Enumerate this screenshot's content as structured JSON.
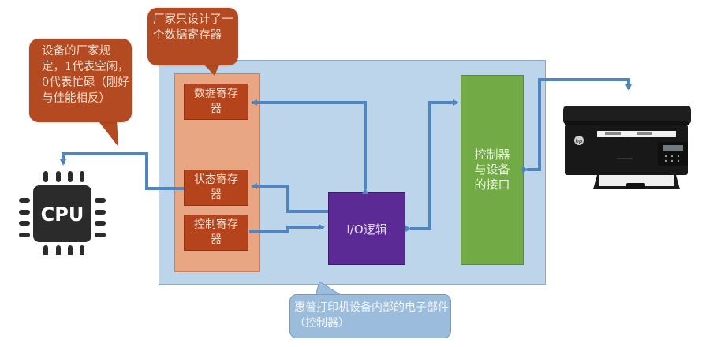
{
  "diagram": {
    "title": "I/O controller structure (HP printer example)",
    "registers": [
      {
        "id": "data",
        "label": "数据寄存器"
      },
      {
        "id": "status",
        "label": "状态寄存器"
      },
      {
        "id": "control",
        "label": "控制寄存器"
      }
    ],
    "io_logic": {
      "label": "I/O逻辑"
    },
    "device_interface": {
      "label": "控制器与设备的接口"
    },
    "cpu": {
      "label": "CPU"
    },
    "printer": {
      "brand": "hp",
      "description": "printer image"
    },
    "callouts": {
      "status_note": "设备的厂家规定，1代表空闲，0代表忙碌（刚好与佳能相反）",
      "data_note": "厂家只设计了一个数据寄存器",
      "controller_note": "惠普打印机设备内部的电子部件（控制器）"
    },
    "colors": {
      "panel": "#bdd5ea",
      "register_column": "#e8a782",
      "register": "#b5441c",
      "io_logic": "#5c2a94",
      "interface": "#72ab45",
      "wire": "#4f86c0",
      "callout_red": "#b34a22",
      "callout_blue": "#9cbcdb"
    }
  }
}
